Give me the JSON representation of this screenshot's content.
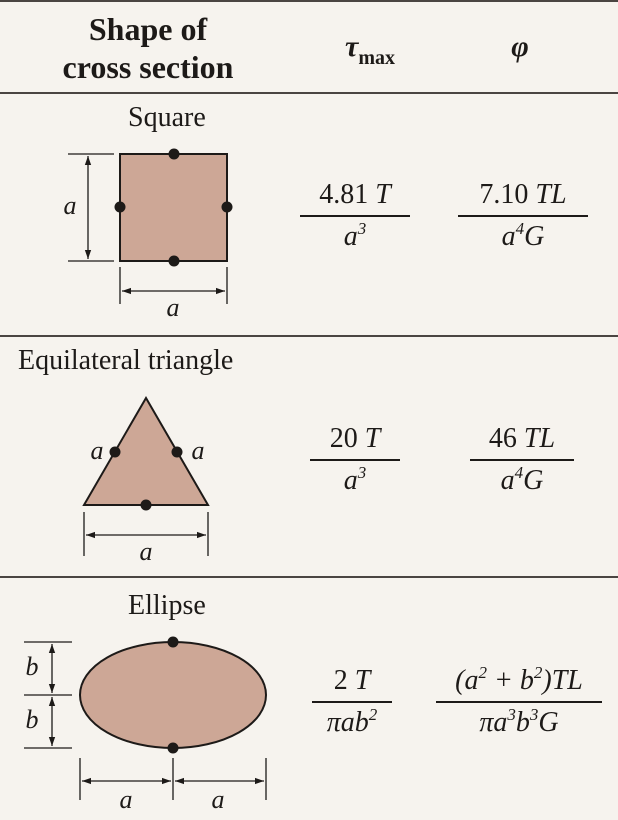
{
  "header": {
    "shape_line1": "Shape of",
    "shape_line2": "cross section",
    "tau": "τ",
    "tau_sub": "max",
    "phi": "φ"
  },
  "rows": [
    {
      "title": "Square",
      "tau": {
        "num_coef": "4.81",
        "num_var": "T",
        "den_base": "a",
        "den_exp": "3"
      },
      "phi": {
        "num_coef": "7.10",
        "num_var": "TL",
        "den_a": "a",
        "den_exp": "4",
        "den_g": "G"
      },
      "dims": {
        "side_left": "a",
        "side_bottom": "a"
      }
    },
    {
      "title": "Equilateral triangle",
      "tau": {
        "num_coef": "20",
        "num_var": "T",
        "den_base": "a",
        "den_exp": "3"
      },
      "phi": {
        "num_coef": "46",
        "num_var": "TL",
        "den_a": "a",
        "den_exp": "4",
        "den_g": "G"
      },
      "dims": {
        "side_left": "a",
        "side_right": "a",
        "bottom": "a"
      }
    },
    {
      "title": "Ellipse",
      "tau": {
        "num_coef": "2",
        "num_var": "T",
        "den_pi": "π",
        "den_ab": "ab",
        "den_exp": "2"
      },
      "phi": {
        "num_open": "(a",
        "num_exp1": "2",
        "num_plus": " + b",
        "num_exp2": "2",
        "num_close": ")TL",
        "den_pi": "π",
        "den_a": "a",
        "den_a_exp": "3",
        "den_b": "b",
        "den_b_exp": "3",
        "den_g": "G"
      },
      "dims": {
        "b_top": "b",
        "b_bottom": "b",
        "a_left": "a",
        "a_right": "a"
      }
    }
  ],
  "colors": {
    "shape_fill": "#cda796",
    "background": "#f6f3ee",
    "ink": "#1d1a18"
  }
}
